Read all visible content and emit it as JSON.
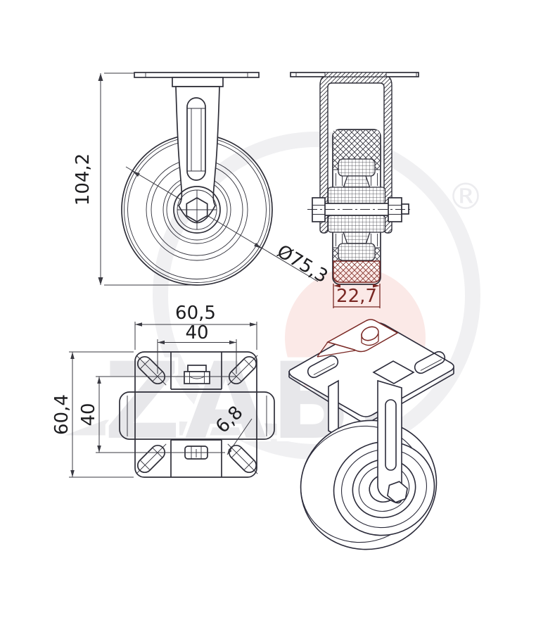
{
  "watermark": {
    "brand": "ZABI",
    "registered": "®"
  },
  "front_view": {
    "overall_height": "104,2",
    "wheel_diameter": "Ø75,3"
  },
  "section_view": {
    "wheel_width": "22,7"
  },
  "top_view": {
    "plate_width": "60,5",
    "hole_spacing_width": "40",
    "plate_depth": "60,4",
    "hole_spacing_depth": "40",
    "hole_diameter": "6,8"
  },
  "colors": {
    "drawing_line": "#2e2e38",
    "dimension_red": "#7a2824",
    "watermark_gray": "#ececee",
    "watermark_pink": "#fbe9e7"
  }
}
